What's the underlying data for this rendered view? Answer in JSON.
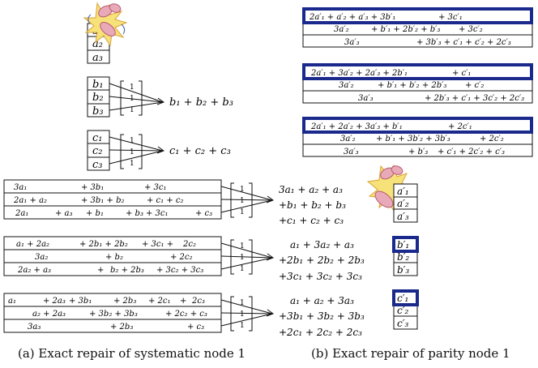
{
  "caption_a": "(a) Exact repair of systematic node 1",
  "caption_b": "(b) Exact repair of parity node 1",
  "panel_a": {
    "failed_node": [
      "a₁",
      "a₂",
      "a₃"
    ],
    "helper_b": {
      "cells": [
        "b₁",
        "b₂",
        "b₃"
      ],
      "vector": [
        "1",
        "1",
        "1"
      ],
      "result": "b₁ + b₂ + b₃"
    },
    "helper_c": {
      "cells": [
        "c₁",
        "c₂",
        "c₃"
      ],
      "vector": [
        "1",
        "1",
        "1"
      ],
      "result": "c₁ + c₂ + c₃"
    },
    "parity_1": {
      "rows": [
        [
          "3a₁",
          "+ 3b₁",
          "+ 3c₁"
        ],
        [
          "2a₁ + a₂",
          "+ 3b₁ + b₂",
          "+ c₁ + c₂"
        ],
        [
          "2a₁",
          "+ a₃",
          "+ b₁",
          "+ b₃",
          "+ 3c₁",
          "+ c₃"
        ]
      ],
      "vector": [
        "1",
        "1",
        "1"
      ],
      "result": [
        "3a₁ + a₂ + a₃",
        "+b₁ + b₂ + b₃",
        "+c₁ + c₂ + c₃"
      ]
    },
    "parity_2": {
      "rows": [
        [
          "a₁ + 2a₂",
          "+ 2b₁ + 2b₂",
          "+ 3c₁ +",
          "2c₂"
        ],
        [
          "3a₂",
          "+ b₂",
          "+ 2c₂"
        ],
        [
          "2a₂ + a₃",
          "+",
          "b₂ + 2b₃",
          "+ 3c₂ + 3c₃"
        ]
      ],
      "vector": [
        "1",
        "1",
        "1"
      ],
      "result": [
        "a₁ + 3a₂ + a₃",
        "+2b₁ + 2b₂ + 2b₃",
        "+3c₁ + 3c₂ + 3c₃"
      ]
    },
    "parity_3": {
      "rows": [
        [
          "a₁",
          "+ 2a₃",
          "+ 3b₁",
          "+ 2b₃",
          "+ 2c₁",
          "+",
          "2c₃"
        ],
        [
          "a₂ + 2a₃",
          "+ 3b₂ + 3b₃",
          "+ 2c₂ + c₃"
        ],
        [
          "3a₃",
          "+ 2b₃",
          "+ c₃"
        ]
      ],
      "vector": [
        "1",
        "1",
        "1"
      ],
      "result": [
        "a₁ + a₂ + 3a₃",
        "+3b₁ + 3b₂ + 3b₃",
        "+2c₁ + 2c₂ + 2c₃"
      ]
    }
  },
  "panel_b": {
    "failed_node_1": {
      "rows": [
        [
          "2a′₁ + a′₂ + a′₃ + 3b′₁",
          "+ 3c′₁"
        ],
        [
          "3a′₂",
          "+ b′₁ + 2b′₂ + b′₃",
          "+ 3c′₂"
        ],
        [
          "3a′₃",
          "+ 3b′₃ + c′₁ + c′₂ + 2c′₃"
        ]
      ]
    },
    "failed_node_2": {
      "rows": [
        [
          "2a′₁ + 3a′₂ + 2a′₃ + 2b′₁",
          "+ c′₁"
        ],
        [
          "3a′₂",
          "+ b′₁ + b′₂ + 2b′₃",
          "+ c′₂"
        ],
        [
          "3a′₃",
          "+ 2b′₃ + c′₁ + 3c′₂ + 2c′₃"
        ]
      ]
    },
    "failed_node_3": {
      "rows": [
        [
          "2a′₁ + 2a′₂ + 3a′₃ + b′₁",
          "+ 2c′₁"
        ],
        [
          "3a′₂",
          "+ b′₁ + 3b′₂ + 3b′₃",
          "+ 2c′₂"
        ],
        [
          "3a′₃",
          "+ b′₃",
          "+ c′₁ + 2c′₂ + c′₃"
        ]
      ]
    },
    "systematic_a": [
      "a′₁",
      "a′₂",
      "a′₃"
    ],
    "systematic_b": [
      "b′₁",
      "b′₂",
      "b′₃"
    ],
    "systematic_c": [
      "c′₁",
      "c′₂",
      "c′₃"
    ]
  },
  "colors": {
    "highlight": "#1a2a8c",
    "line": "#111111",
    "explosion": "#e8a9b8",
    "burst": "#f7e27a"
  }
}
